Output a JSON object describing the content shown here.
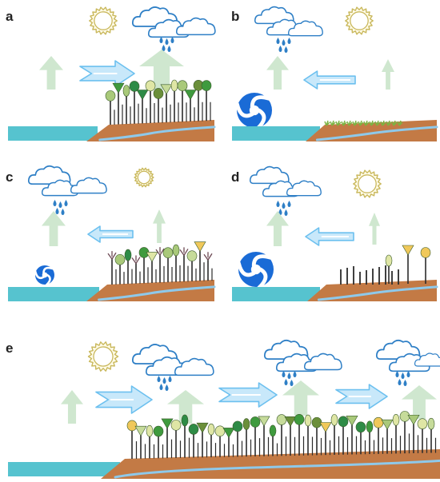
{
  "panels": [
    {
      "label": "a"
    },
    {
      "label": "b"
    },
    {
      "label": "c"
    },
    {
      "label": "d"
    },
    {
      "label": "e"
    }
  ],
  "colors": {
    "ocean": "#56c3cf",
    "soil": "#c37a45",
    "river": "#8ec9ea",
    "cloud_stroke": "#2e7fc6",
    "rain": "#2e7fc6",
    "sun_stroke": "#c9b85c",
    "sun_fill": "#fffbe8",
    "up_arrow": "#cfe7cf",
    "horizontal_arrow_fill": "#c8e8fa",
    "horizontal_arrow_stroke": "#6cc0ef",
    "cyclone": "#1a6bd6",
    "tree_trunk": "#2b2b2b",
    "foliage": [
      "#c6db9a",
      "#a9c97a",
      "#3f9a3e",
      "#2e8b46",
      "#6b8f3a",
      "#dfe6a5",
      "#f0c85a"
    ]
  },
  "icons": [
    "sun-icon",
    "cloud-icon",
    "rain-icon",
    "up-arrow-icon",
    "wind-arrow-icon",
    "cyclone-icon",
    "tree-icon"
  ]
}
